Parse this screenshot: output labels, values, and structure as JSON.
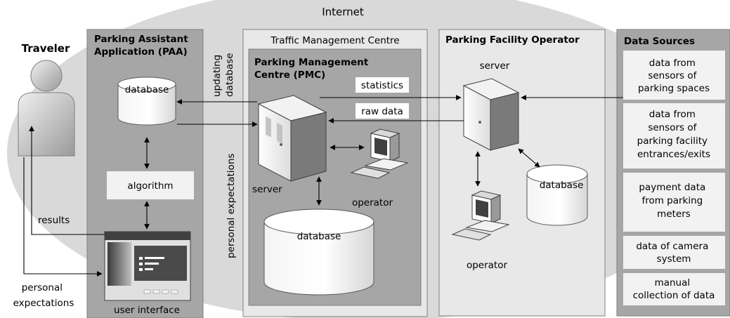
{
  "cloud_label": "Internet",
  "traveler": {
    "title": "Traveler",
    "results_label": "results",
    "personal_expectations_lines": [
      "personal",
      "expectations"
    ]
  },
  "paa": {
    "title_lines": [
      "Parking Assistant",
      "Application (PAA)"
    ],
    "database_label": "database",
    "algorithm_label": "algorithm",
    "user_interface_label": "user interface"
  },
  "tmc": {
    "title": "Traffic Management Centre",
    "pmc_title_lines": [
      "Parking Management",
      "Centre (PMC)"
    ],
    "server_label": "server",
    "operator_label": "operator",
    "database_label": "database"
  },
  "links": {
    "updating_database_lines": [
      "updating",
      "database"
    ],
    "personal_expectations_vertical": "personal expectations",
    "statistics_label": "statistics",
    "raw_data_label": "raw data"
  },
  "pfo": {
    "title": "Parking Facility Operator",
    "server_label": "server",
    "database_label": "database",
    "operator_label": "operator"
  },
  "data_sources": {
    "title": "Data Sources",
    "items": [
      {
        "lines": [
          "data from",
          "sensors of",
          "parking spaces"
        ]
      },
      {
        "lines": [
          "data from",
          "sensors of",
          "parking facility",
          "entrances/exits"
        ]
      },
      {
        "lines": [
          "payment data",
          "from parking",
          "meters"
        ]
      },
      {
        "lines": [
          "data of camera",
          "system"
        ]
      },
      {
        "lines": [
          "manual",
          "collection of data"
        ]
      }
    ]
  },
  "colors": {
    "cloud": "#d9d9d9",
    "paa_panel": "#a6a6a6",
    "tmc_panel": "#e8e8e8",
    "pmc_panel": "#a6a6a6",
    "pfo_panel": "#e8e8e8",
    "data_sources_panel": "#a6a6a6",
    "box_fill": "#f2f2f2"
  }
}
